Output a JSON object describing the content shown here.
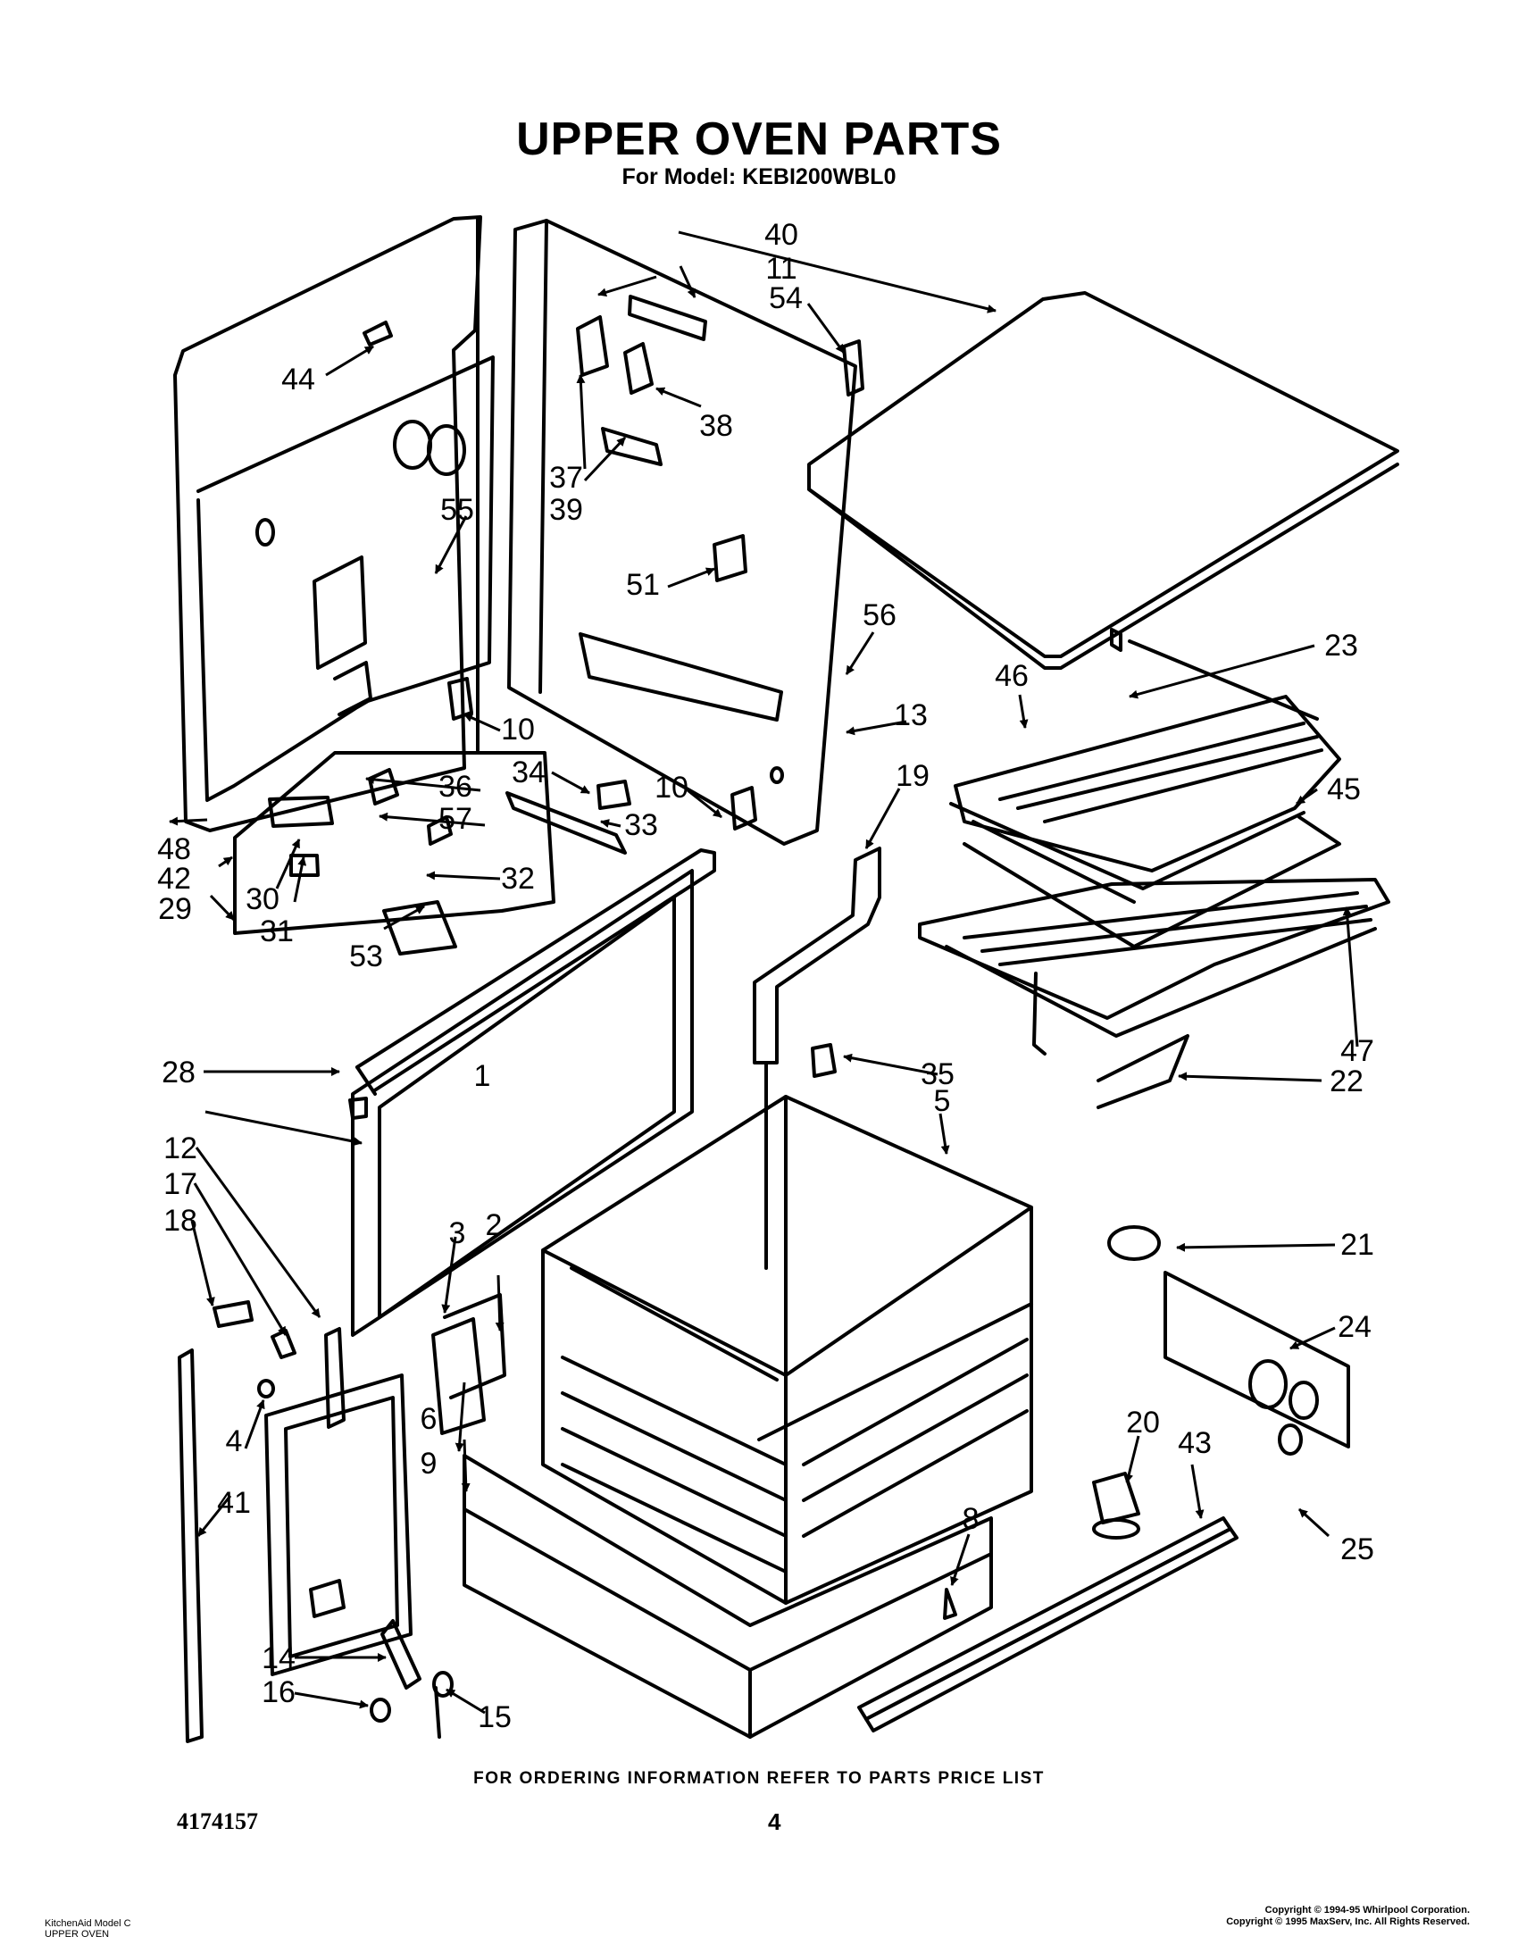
{
  "header": {
    "title": "UPPER OVEN PARTS",
    "subtitle": "For Model: KEBI200WBL0"
  },
  "callouts": [
    "1",
    "2",
    "3",
    "4",
    "5",
    "6",
    "8",
    "9",
    "10",
    "10",
    "11",
    "12",
    "13",
    "14",
    "15",
    "16",
    "17",
    "18",
    "19",
    "20",
    "21",
    "22",
    "23",
    "24",
    "25",
    "28",
    "29",
    "30",
    "31",
    "32",
    "33",
    "34",
    "35",
    "36",
    "37",
    "38",
    "39",
    "40",
    "41",
    "42",
    "43",
    "44",
    "45",
    "46",
    "47",
    "48",
    "51",
    "53",
    "54",
    "55",
    "56",
    "57"
  ],
  "footer": {
    "ordering_note": "FOR ORDERING INFORMATION REFER TO PARTS PRICE LIST",
    "doc_number": "4174157",
    "page_number": "4",
    "model_line": "KitchenAid Model C",
    "section_line": "UPPER OVEN",
    "copyright_1": "Copyright © 1994-95 Whirlpool Corporation.",
    "copyright_2": "Copyright © 1995 MaxServ, Inc.  All Rights Reserved."
  }
}
